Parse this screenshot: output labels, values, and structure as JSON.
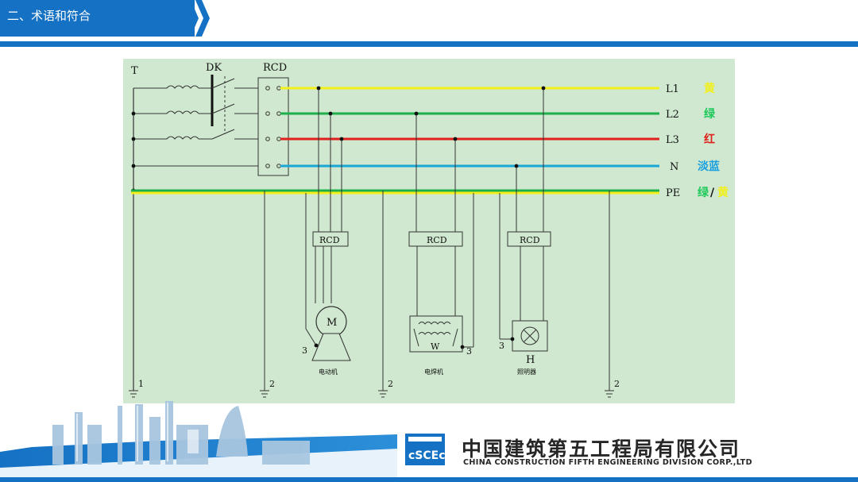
{
  "header": {
    "title": "二、术语和符合"
  },
  "diagram": {
    "transformer_label": "T",
    "switch_label": "DK",
    "main_rcd_label": "RCD",
    "lines": [
      {
        "name": "L1",
        "color_name": "黄",
        "stroke": "#f2ef1a",
        "label_color": "#f2ef1a"
      },
      {
        "name": "L2",
        "color_name": "绿",
        "stroke": "#1db04a",
        "label_color": "#1ec85a"
      },
      {
        "name": "L3",
        "color_name": "红",
        "stroke": "#e0201c",
        "label_color": "#e0201c"
      },
      {
        "name": "N",
        "color_name": "淡蓝",
        "stroke": "#1aa7d8",
        "label_color": "#1a9fe0"
      }
    ],
    "pe": {
      "name": "PE",
      "color_name_green": "绿",
      "separator": "/",
      "color_name_yellow": "黄"
    },
    "devices": [
      {
        "rcd_label": "RCD",
        "symbol": "M",
        "terminal": "3",
        "name": "电动机"
      },
      {
        "rcd_label": "RCD",
        "symbol": "W",
        "terminal": "3",
        "name": "电焊机"
      },
      {
        "rcd_label": "RCD",
        "symbol": "H",
        "terminal": "3",
        "name": "照明器"
      }
    ],
    "grounds": [
      "1",
      "2",
      "2",
      "2"
    ]
  },
  "footer": {
    "logo_text": "cSCEc",
    "company_cn": "中国建筑第五工程局有限公司",
    "company_en": "CHINA CONSTRUCTION FIFTH ENGINEERING DIVISION CORP.,LTD"
  },
  "colors": {
    "brand_blue": "#1571c4",
    "diagram_bg": "#cfe8cf",
    "pe_green": "#1db04a",
    "pe_yellow": "#f2ef1a"
  }
}
